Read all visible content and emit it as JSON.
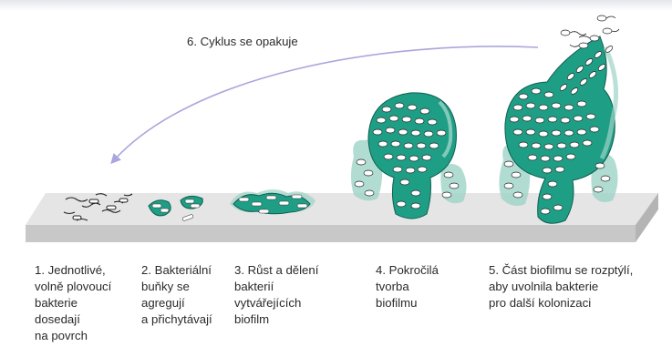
{
  "cycle_label": "6. Cyklus se opakuje",
  "stages": [
    {
      "label": "1. Jednotlivé,\n    volně plovoucí\n    bakterie\n    dosedají\n    na povrch"
    },
    {
      "label": "2. Bakteriální\n    buňky se\n    agregují\n    a přichytávají"
    },
    {
      "label": "3. Růst a dělení\n    bakterií\n    vytvářejících\n    biofilm"
    },
    {
      "label": "4. Pokročilá\n    tvorba\n    biofilmu"
    },
    {
      "label": "5. Část biofilmu se rozptýlí,\n    aby uvolnila bakterie\n    pro další kolonizaci"
    }
  ],
  "colors": {
    "biofilm": "#1f9e86",
    "biofilm_outline": "#0f5f50",
    "halo": "#9cd3c6",
    "surface_top": "#e5e5e5",
    "surface_front": "#c8c8c8",
    "arrow": "#aaa6de"
  }
}
